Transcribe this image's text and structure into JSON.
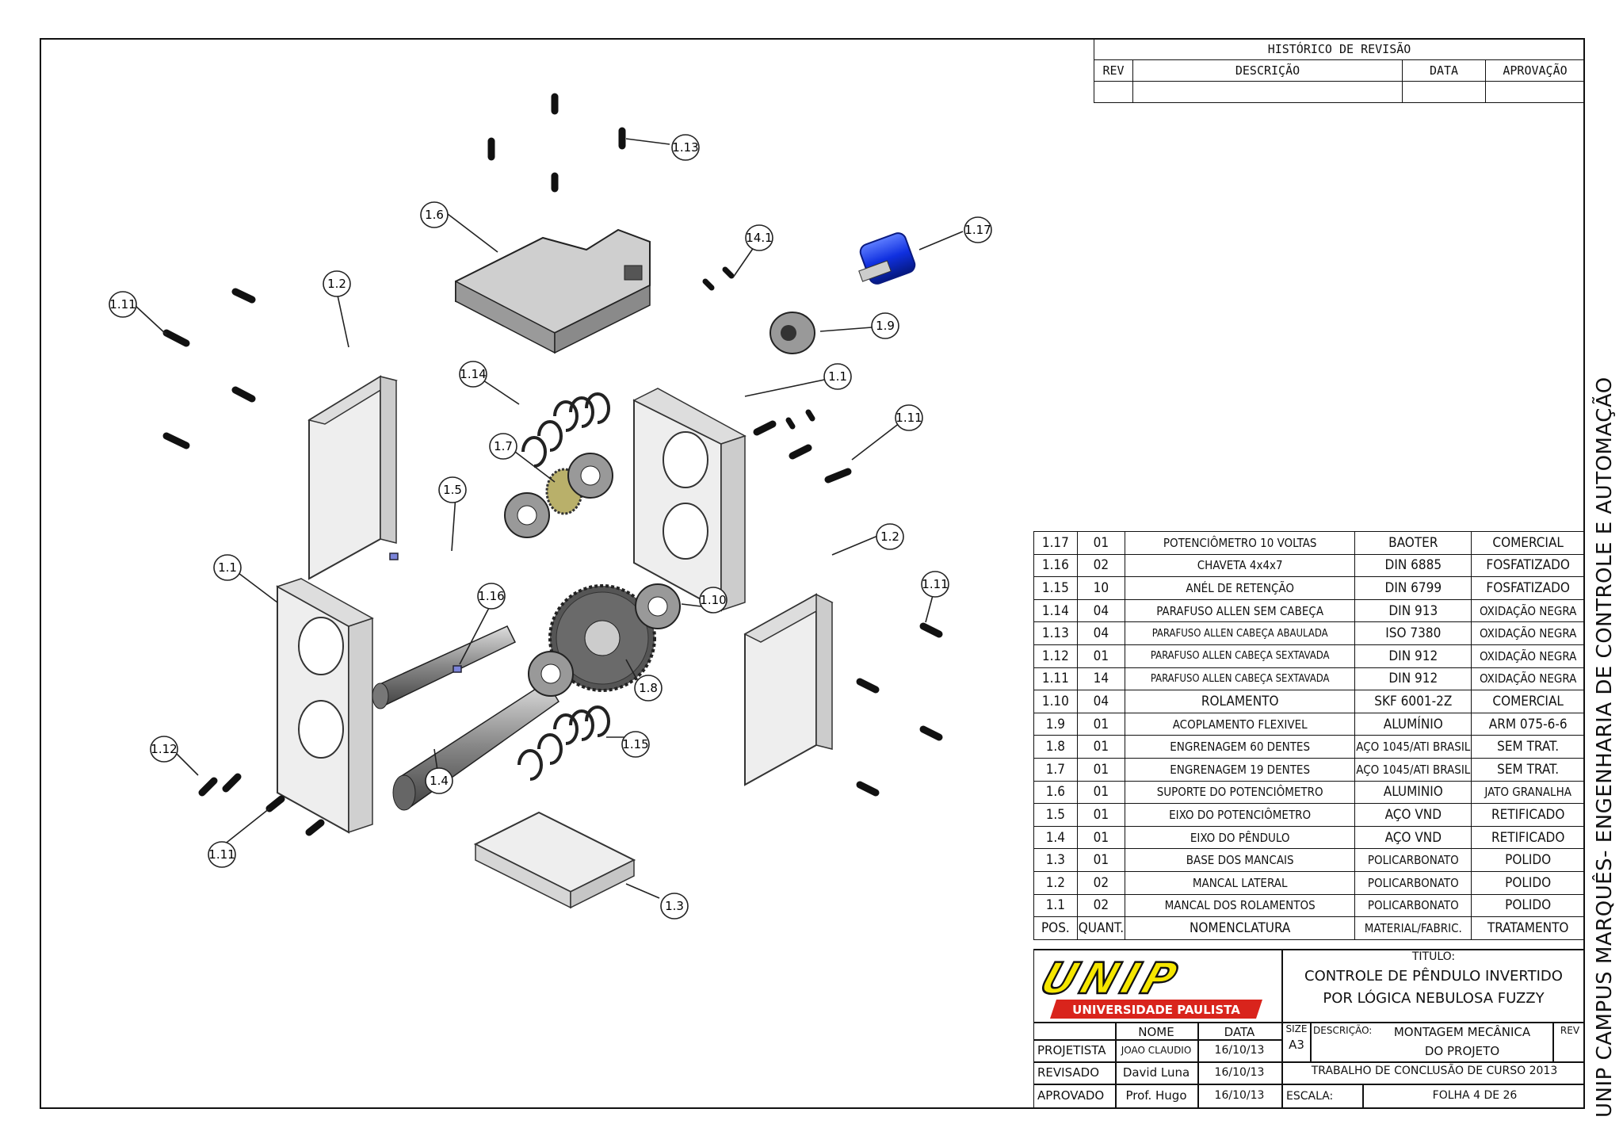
{
  "revision": {
    "title": "HISTÓRICO DE REVISÃO",
    "columns": [
      "REV",
      "DESCRIÇÃO",
      "DATA",
      "APROVAÇÃO"
    ]
  },
  "callouts": [
    "1.13",
    "1.6",
    "14.1",
    "1.17",
    "1.11",
    "1.2",
    "1.9",
    "1.14",
    "1.1",
    "1.11",
    "1.7",
    "1.5",
    "1.2",
    "1.1",
    "1.16",
    "1.10",
    "1.11",
    "1.8",
    "1.15",
    "1.12",
    "1.4",
    "1.11",
    "1.3"
  ],
  "bom": {
    "header": [
      "POS.",
      "QUANT.",
      "NOMENCLATURA",
      "MATERIAL/FABRIC.",
      "TRATAMENTO"
    ],
    "rows": [
      [
        "1.17",
        "01",
        "POTENCIÔMETRO 10 VOLTAS",
        "BAOTER",
        "COMERCIAL"
      ],
      [
        "1.16",
        "02",
        "CHAVETA 4x4x7",
        "DIN 6885",
        "FOSFATIZADO"
      ],
      [
        "1.15",
        "10",
        "ANÉL DE RETENÇÃO",
        "DIN 6799",
        "FOSFATIZADO"
      ],
      [
        "1.14",
        "04",
        "PARAFUSO ALLEN SEM CABEÇA",
        "DIN 913",
        "OXIDAÇÃO NEGRA"
      ],
      [
        "1.13",
        "04",
        "PARAFUSO ALLEN CABEÇA ABAULADA",
        "ISO 7380",
        "OXIDAÇÃO NEGRA"
      ],
      [
        "1.12",
        "01",
        "PARAFUSO ALLEN CABEÇA SEXTAVADA",
        "DIN 912",
        "OXIDAÇÃO NEGRA"
      ],
      [
        "1.11",
        "14",
        "PARAFUSO ALLEN CABEÇA SEXTAVADA",
        "DIN 912",
        "OXIDAÇÃO NEGRA"
      ],
      [
        "1.10",
        "04",
        "ROLAMENTO",
        "SKF 6001-2Z",
        "COMERCIAL"
      ],
      [
        "1.9",
        "01",
        "ACOPLAMENTO FLEXIVEL",
        "ALUMÍNIO",
        "ARM 075-6-6"
      ],
      [
        "1.8",
        "01",
        "ENGRENAGEM 60 DENTES",
        "AÇO 1045/ATI BRASIL",
        "SEM TRAT."
      ],
      [
        "1.7",
        "01",
        "ENGRENAGEM 19 DENTES",
        "AÇO 1045/ATI BRASIL",
        "SEM TRAT."
      ],
      [
        "1.6",
        "01",
        "SUPORTE DO POTENCIÔMETRO",
        "ALUMINIO",
        "JATO GRANALHA"
      ],
      [
        "1.5",
        "01",
        "EIXO DO POTENCIÔMETRO",
        "AÇO VND",
        "RETIFICADO"
      ],
      [
        "1.4",
        "01",
        "EIXO DO PÊNDULO",
        "AÇO VND",
        "RETIFICADO"
      ],
      [
        "1.3",
        "01",
        "BASE DOS MANCAIS",
        "POLICARBONATO",
        "POLIDO"
      ],
      [
        "1.2",
        "02",
        "MANCAL LATERAL",
        "POLICARBONATO",
        "POLIDO"
      ],
      [
        "1.1",
        "02",
        "MANCAL DOS ROLAMENTOS",
        "POLICARBONATO",
        "POLIDO"
      ]
    ]
  },
  "logo": {
    "brand": "UNIP",
    "subtitle": "UNIVERSIDADE PAULISTA",
    "brand_color": "#f5e600",
    "band_color": "#d9241c"
  },
  "titleblock": {
    "titulo_label": "TITULO:",
    "title_line1": "CONTROLE DE PÊNDULO INVERTIDO",
    "title_line2": "POR LÓGICA NEBULOSA FUZZY",
    "nome_label": "NOME",
    "data_label": "DATA",
    "size_label": "SIZE",
    "size_value": "A3",
    "descricao_label": "DESCRIÇÃO:",
    "descricao_line1": "MONTAGEM MECÂNICA",
    "descricao_line2": "DO PROJETO",
    "rev_label": "REV",
    "projetista_label": "PROJETISTA",
    "projetista_nome": "JOAO CLAUDIO",
    "projetista_data": "16/10/13",
    "revisado_label": "REVISADO",
    "revisado_nome": "David Luna",
    "revisado_data": "16/10/13",
    "aprovado_label": "APROVADO",
    "aprovado_nome": "Prof. Hugo",
    "aprovado_data": "16/10/13",
    "trabalho": "TRABALHO DE CONCLUSÃO DE CURSO 2013",
    "escala_label": "ESCALA:",
    "folha": "FOLHA 4 DE 26"
  },
  "side_text": "UNIP CAMPUS MARQUÊS- ENGENHARIA DE CONTROLE E AUTOMAÇÃO"
}
